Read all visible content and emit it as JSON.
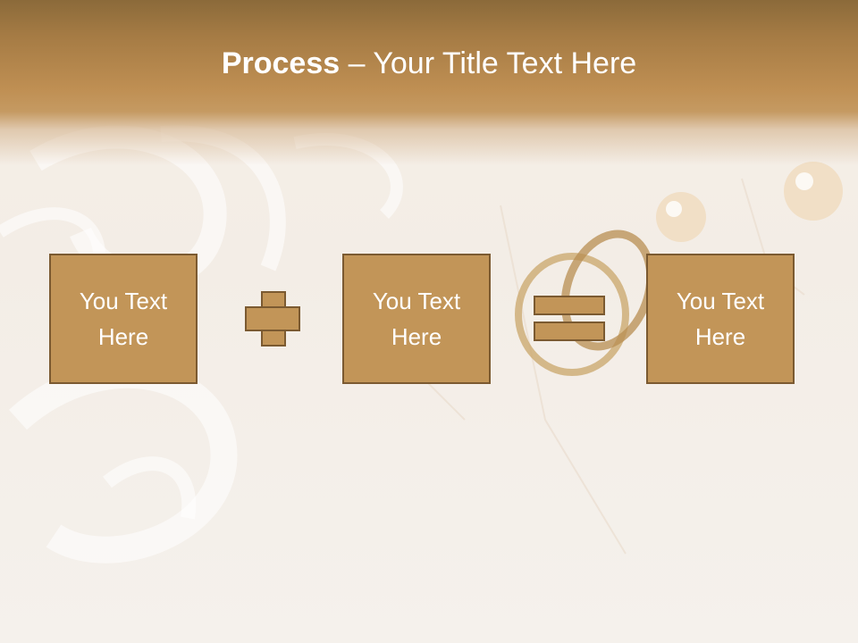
{
  "slide": {
    "title_bold": "Process",
    "title_rest": " – Your Title Text Here",
    "boxes": [
      {
        "text": "You Text Here"
      },
      {
        "text": "You Text Here"
      },
      {
        "text": "You Text Here"
      }
    ],
    "colors": {
      "header": "#a57b44",
      "box_fill": "#c29558",
      "box_border": "#7b5a31",
      "background": "#f5f0ea"
    }
  }
}
